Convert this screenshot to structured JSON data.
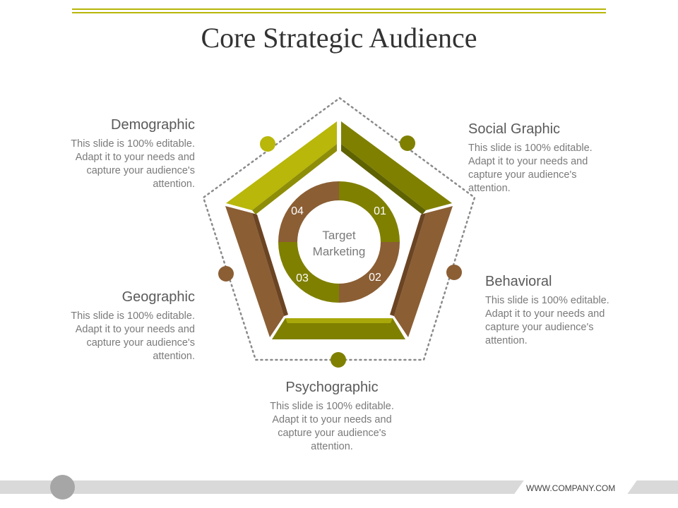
{
  "title": "Core Strategic Audience",
  "center": {
    "line1": "Target",
    "line2": "Marketing"
  },
  "ring_numbers": [
    "01",
    "02",
    "03",
    "04"
  ],
  "blocks": {
    "demographic": {
      "heading": "Demographic",
      "body": [
        "This slide is 100% editable.",
        "Adapt it to your needs and",
        "capture your audience's",
        "attention."
      ]
    },
    "social": {
      "heading": "Social Graphic",
      "body": [
        "This slide is 100% editable.",
        "Adapt it to your needs and",
        "capture your audience's",
        "attention."
      ]
    },
    "geographic": {
      "heading": "Geographic",
      "body": [
        "This slide is 100% editable.",
        "Adapt it to your needs and",
        "capture your audience's",
        "attention."
      ]
    },
    "behavioral": {
      "heading": "Behavioral",
      "body": [
        "This slide is 100% editable.",
        "Adapt it to your needs and",
        "capture your audience's",
        "attention."
      ]
    },
    "psychographic": {
      "heading": "Psychographic",
      "body": [
        "This slide is 100% editable.",
        "Adapt it to your needs and",
        "capture your audience's",
        "attention."
      ]
    }
  },
  "footer": {
    "url": "WWW.COMPANY.COM"
  },
  "colors": {
    "yellow_green": "#b8b70a",
    "olive": "#7f8000",
    "olive_dark": "#5f6200",
    "brown": "#8b5e34",
    "brown_dark": "#6b4423",
    "dots": "#8a8a8a"
  }
}
